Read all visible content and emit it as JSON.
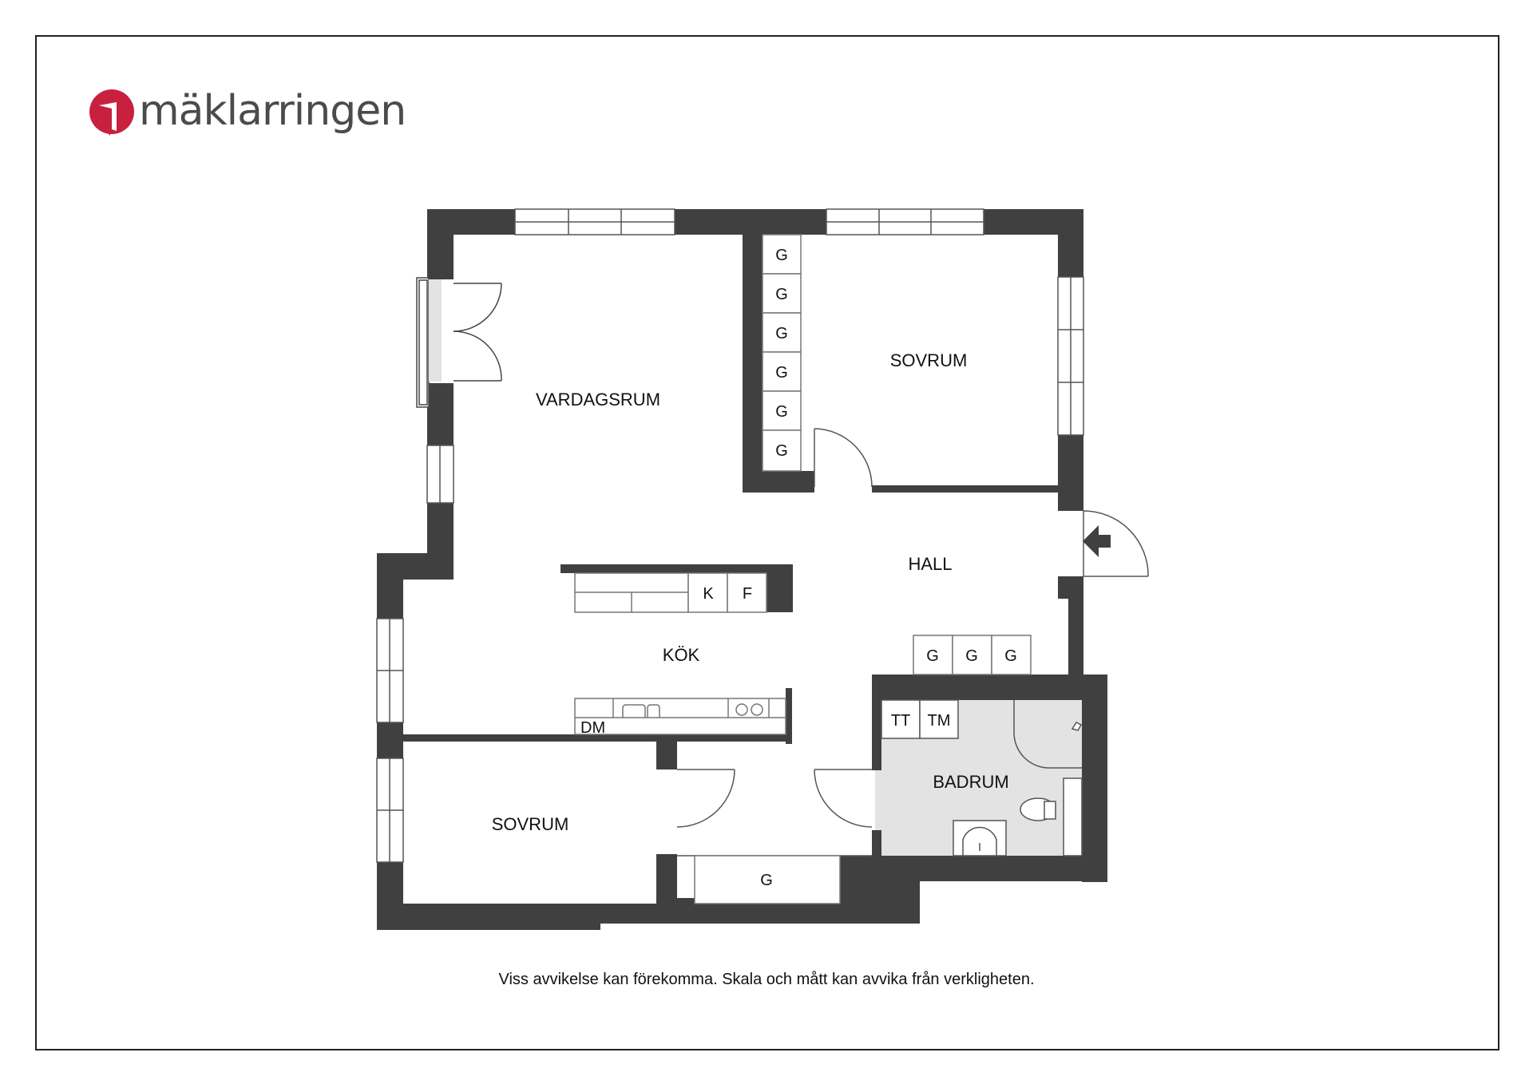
{
  "brand": {
    "name": "mäklarringen",
    "color_red": "#c8203f",
    "color_text": "#4b4b4d"
  },
  "floorplan": {
    "wall_color": "#404040",
    "bathroom_floor_color": "#e3e3e3",
    "rooms": {
      "vardagsrum": "VARDAGSRUM",
      "sovrum_1": "SOVRUM",
      "sovrum_2": "SOVRUM",
      "hall": "HALL",
      "kok": "KÖK",
      "badrum": "BADRUM"
    },
    "fixtures": {
      "wardrobe_label": "G",
      "wardrobe_column": [
        "G",
        "G",
        "G",
        "G",
        "G",
        "G"
      ],
      "wardrobe_row_hall": [
        "G",
        "G",
        "G"
      ],
      "wardrobe_lower_hall": "G",
      "fridge": "K",
      "freezer": "F",
      "dishwasher": "DM",
      "tumble_dryer": "TT",
      "washing_machine": "TM"
    },
    "entrance_icon": "entrance-arrow-icon"
  },
  "disclaimer": "Viss avvikelse kan förekomma. Skala och mått kan avvika från verkligheten."
}
